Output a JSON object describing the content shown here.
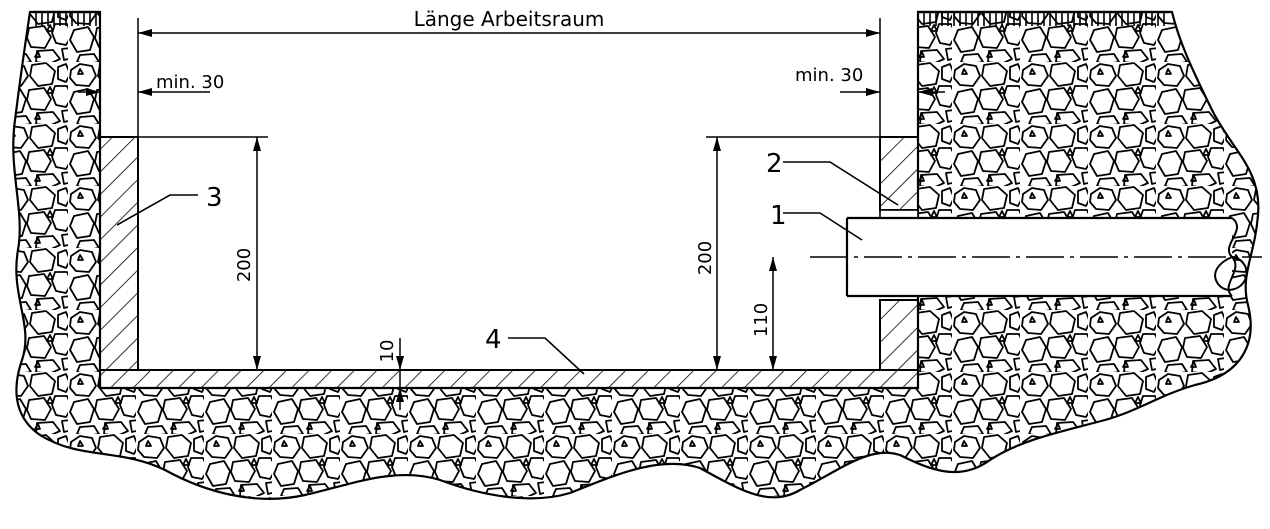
{
  "labels": {
    "top_dimension": "Länge Arbeitsraum",
    "gap_left": "min. 30",
    "gap_right": "min. 30",
    "height_left": "200",
    "height_right": "200",
    "pipe_axis_height": "110",
    "floor_thickness": "10",
    "callout_1": "1",
    "callout_2": "2",
    "callout_3": "3",
    "callout_4": "4"
  },
  "colors": {
    "line": "#000000",
    "background": "#ffffff"
  }
}
